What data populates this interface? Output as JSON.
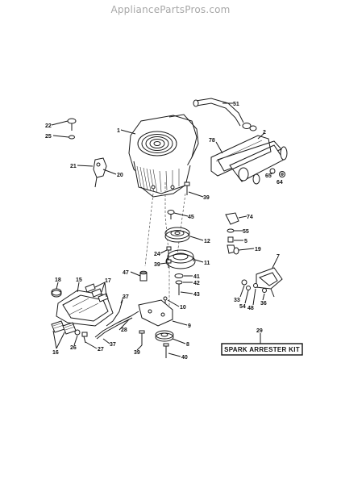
{
  "watermark": "AppliancePartsPros.com",
  "kit_box": "SPARK ARRESTER KIT",
  "callouts": [
    {
      "id": "c1",
      "text": "1"
    },
    {
      "id": "c51",
      "text": "51"
    },
    {
      "id": "c2",
      "text": "2"
    },
    {
      "id": "c22",
      "text": "22"
    },
    {
      "id": "c25",
      "text": "25"
    },
    {
      "id": "c78",
      "text": "78"
    },
    {
      "id": "c21",
      "text": "21"
    },
    {
      "id": "c20",
      "text": "20"
    },
    {
      "id": "c65",
      "text": "65"
    },
    {
      "id": "c64",
      "text": "64"
    },
    {
      "id": "c39a",
      "text": "39"
    },
    {
      "id": "c45",
      "text": "45"
    },
    {
      "id": "c74",
      "text": "74"
    },
    {
      "id": "c55",
      "text": "55"
    },
    {
      "id": "c12",
      "text": "12"
    },
    {
      "id": "c5",
      "text": "5"
    },
    {
      "id": "c24",
      "text": "24"
    },
    {
      "id": "c19",
      "text": "19"
    },
    {
      "id": "c39b",
      "text": "39"
    },
    {
      "id": "c11",
      "text": "11"
    },
    {
      "id": "c7",
      "text": "7"
    },
    {
      "id": "c47",
      "text": "47"
    },
    {
      "id": "c41",
      "text": "41"
    },
    {
      "id": "c18",
      "text": "18"
    },
    {
      "id": "c15",
      "text": "15"
    },
    {
      "id": "c17",
      "text": "17"
    },
    {
      "id": "c42",
      "text": "42"
    },
    {
      "id": "c43",
      "text": "43"
    },
    {
      "id": "c33",
      "text": "33"
    },
    {
      "id": "c54",
      "text": "54"
    },
    {
      "id": "c48",
      "text": "48"
    },
    {
      "id": "c36",
      "text": "36"
    },
    {
      "id": "c37a",
      "text": "37"
    },
    {
      "id": "c10",
      "text": "10"
    },
    {
      "id": "c9",
      "text": "9"
    },
    {
      "id": "c29",
      "text": "29"
    },
    {
      "id": "c28",
      "text": "28"
    },
    {
      "id": "c26",
      "text": "26"
    },
    {
      "id": "c27",
      "text": "27"
    },
    {
      "id": "c16",
      "text": "16"
    },
    {
      "id": "c37b",
      "text": "37"
    },
    {
      "id": "c39c",
      "text": "39"
    },
    {
      "id": "c8",
      "text": "8"
    },
    {
      "id": "c40",
      "text": "40"
    }
  ]
}
